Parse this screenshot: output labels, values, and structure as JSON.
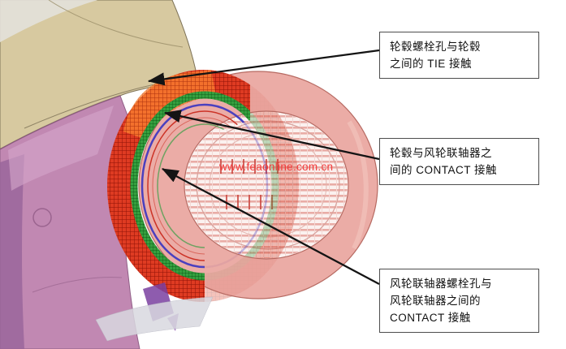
{
  "figure": {
    "watermark": "www.feaonline.com.cn"
  },
  "annotations": [
    {
      "id": "tie-contact-hub-boltholes",
      "lines": [
        "轮毂螺栓孔与轮毂",
        "之间的 TIE 接触"
      ]
    },
    {
      "id": "contact-hub-coupling",
      "lines": [
        "轮毂与风轮联轴器之",
        "间的 CONTACT 接触"
      ]
    },
    {
      "id": "contact-coupling-boltholes",
      "lines": [
        "风轮联轴器螺栓孔与",
        "风轮联轴器之间的",
        "CONTACT 接触"
      ]
    }
  ],
  "palette": {
    "hub_casting": "#d7c9a0",
    "shaft_body_pink": "#be82ae",
    "flange_mesh_red": "#df3b22",
    "mesh_orange_patch": "#f9822f",
    "contact_ring_green": "#35a03f",
    "ring_blue": "#3a35c2",
    "coupling_salmon": "#e79a92",
    "arrow_black": "#141414",
    "watermark_red": "#f23c3c",
    "annotation_border": "#4d4d4d"
  }
}
